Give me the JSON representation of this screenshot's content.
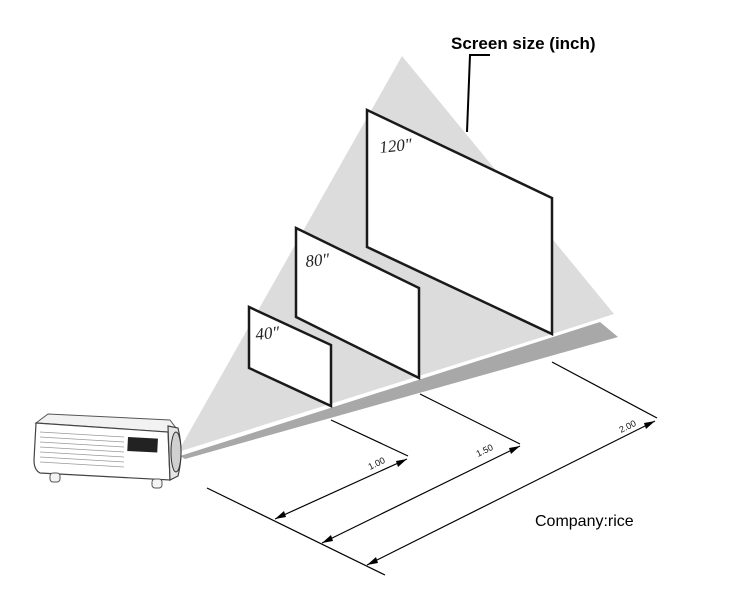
{
  "title": "Screen size (inch)",
  "screens": [
    {
      "label": "40″"
    },
    {
      "label": "80″"
    },
    {
      "label": "120″"
    }
  ],
  "distances": [
    "1.00",
    "1.50",
    "2.00"
  ],
  "company": "Company:rice",
  "colors": {
    "beam": "#d9d9d9",
    "shadow": "#a6a6a6",
    "frame": "#1a1a1a",
    "line": "#000000"
  }
}
